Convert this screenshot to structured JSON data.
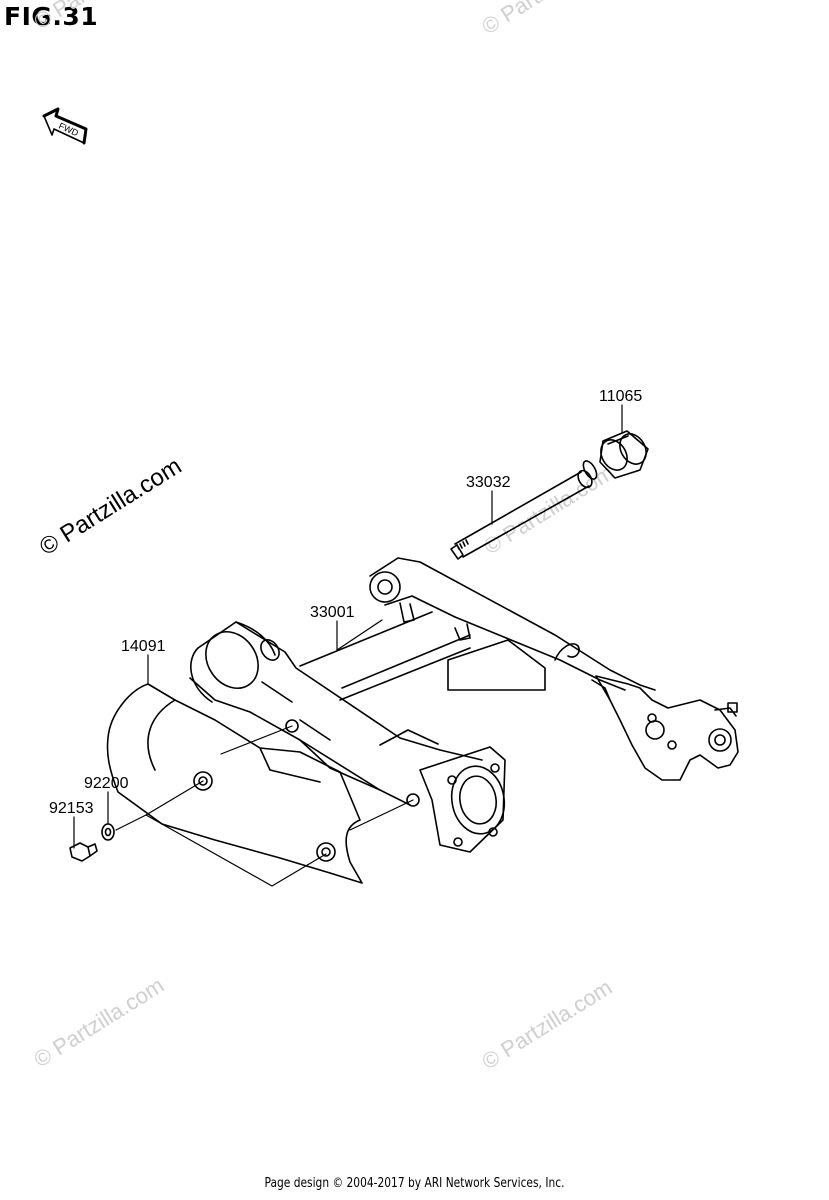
{
  "figure": {
    "title": "FIG.31"
  },
  "direction_indicator": {
    "label": "FWD",
    "icon": "forward-arrow-icon"
  },
  "parts": [
    {
      "number": "11065"
    },
    {
      "number": "33032"
    },
    {
      "number": "33001"
    },
    {
      "number": "14091"
    },
    {
      "number": "92200"
    },
    {
      "number": "92153"
    }
  ],
  "watermarks": {
    "main": "© Partzilla.com",
    "faint": "© Partzilla.com"
  },
  "footer": {
    "text": "Page design © 2004-2017 by ARI Network Services, Inc."
  }
}
